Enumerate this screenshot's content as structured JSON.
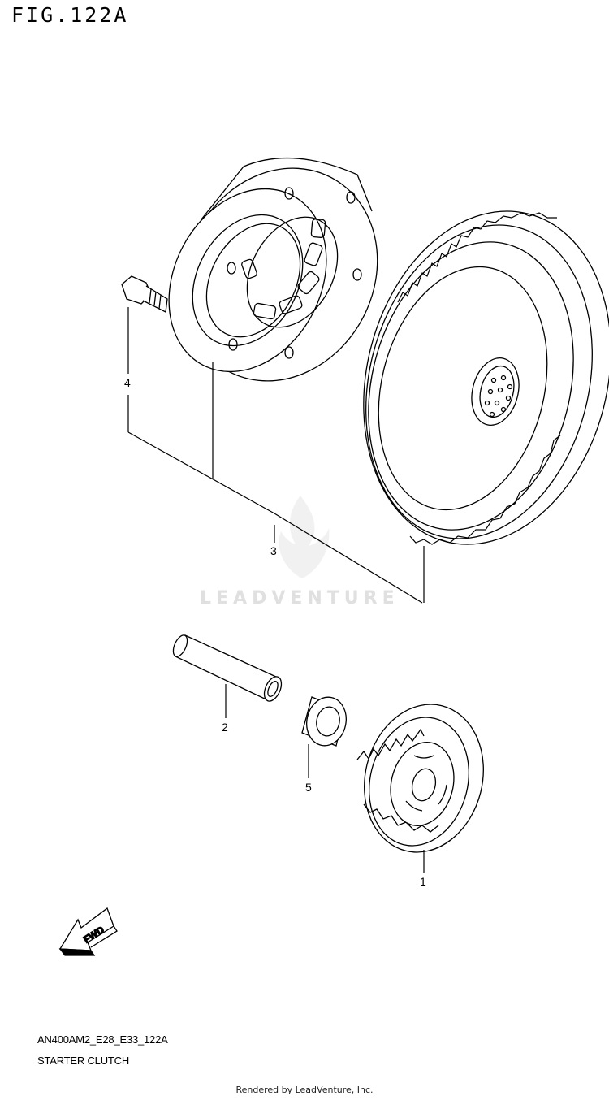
{
  "figure": {
    "title": "FIG.122A",
    "code": "AN400AM2_E28_E33_122A",
    "description": "STARTER CLUTCH"
  },
  "callouts": {
    "part1": "1",
    "part2": "2",
    "part3": "3",
    "part4": "4",
    "part5": "5"
  },
  "direction_badge": "FWD",
  "watermark": "LEADVENTURE",
  "footer": "Rendered by LeadVenture, Inc."
}
